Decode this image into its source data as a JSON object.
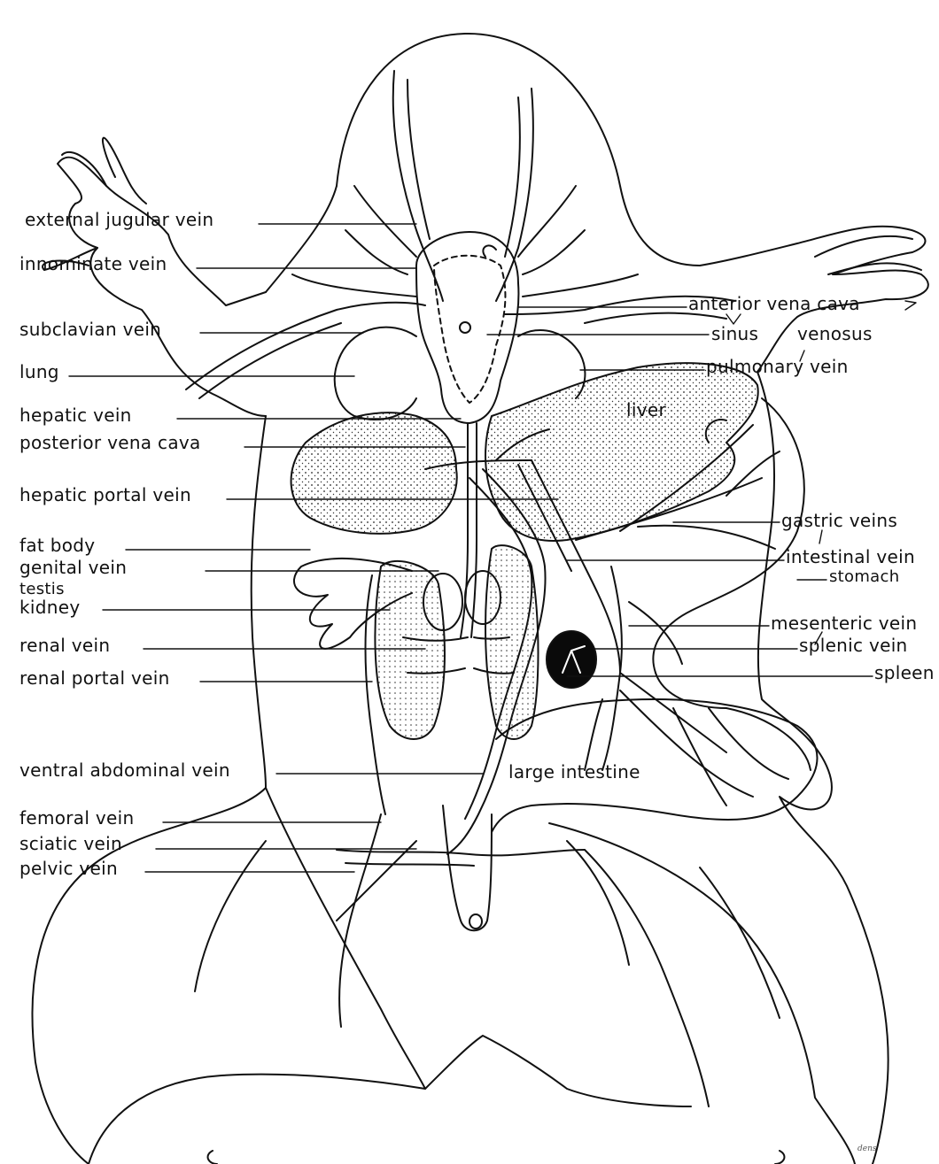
{
  "labels": {
    "external_jugular_vein": "external jugular vein",
    "innominate_vein": "innominate vein",
    "subclavian_vein": "subclavian vein",
    "lung": "lung",
    "hepatic_vein": "hepatic vein",
    "posterior_vena_cava": "posterior vena cava",
    "hepatic_portal_vein": "hepatic portal vein",
    "fat_body": "fat body",
    "genital_vein": "genital vein",
    "testis": "testis",
    "kidney": "kidney",
    "renal_vein": "renal vein",
    "renal_portal_vein": "renal portal vein",
    "ventral_abdominal_vein": "ventral abdominal vein",
    "femoral_vein": "femoral vein",
    "sciatic_vein": "sciatic vein",
    "pelvic_vein": "pelvic vein",
    "anterior_vena_cava": "anterior vena cava",
    "sinus_venosus_1": "sinus",
    "sinus_venosus_2": "venosus",
    "pulmonary_vein": "pulmonary vein",
    "liver": "liver",
    "gastric_veins": "gastric veins",
    "intestinal_vein": "intestinal vein",
    "stomach": "stomach",
    "mesenteric_vein": "mesenteric vein",
    "splenic_vein": "splenic vein",
    "spleen": "spleen",
    "large_intestine": "large intestine"
  },
  "signature": "dens",
  "colors": {
    "ink": "#111111",
    "background": "#ffffff",
    "spleen": "#0a0a0a"
  }
}
